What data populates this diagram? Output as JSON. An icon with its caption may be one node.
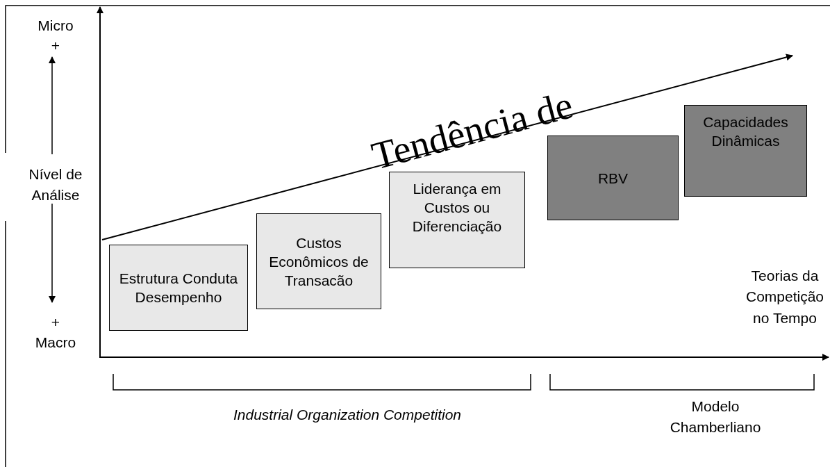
{
  "diagram": {
    "nodes": [
      {
        "text": [
          "Estrutura Conduta Desempenho"
        ]
      },
      {
        "text": [
          "Custos Econômicos de Transacão"
        ]
      },
      {
        "text": [
          "Liderança em Custos ou Diferenciação"
        ]
      },
      {
        "text": [
          "RBV"
        ]
      },
      {
        "text": [
          "Capacidades Dinâmicas"
        ]
      }
    ],
    "labels": [
      "Micro",
      "+",
      "Nível de Análise",
      "+",
      "Macro",
      "Tendência de",
      "Teorias da Competição no Tempo",
      "Industrial Organization Competition",
      "Modelo Chamberliano"
    ]
  }
}
